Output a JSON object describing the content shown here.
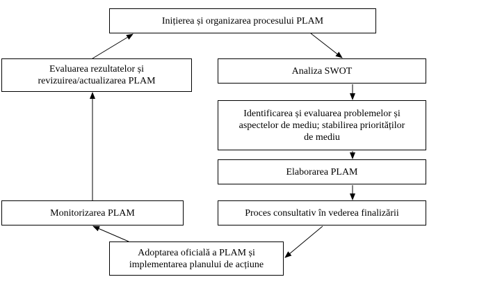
{
  "boxes": {
    "initiation": "Inițierea și organizarea procesului PLAM",
    "evaluation": [
      "Evaluarea rezultatelor și",
      "revizuirea/actualizarea PLAM"
    ],
    "swot": "Analiza SWOT",
    "identification": [
      "Identificarea și evaluarea problemelor și",
      "aspectelor de mediu; stabilirea priorităților",
      "de mediu"
    ],
    "elaboration": "Elaborarea PLAM",
    "monitoring": "Monitorizarea PLAM",
    "consultation": "Proces consultativ în vederea finalizării",
    "adoption": [
      "Adoptarea oficială a PLAM și",
      "implementarea planului de acțiune"
    ]
  }
}
